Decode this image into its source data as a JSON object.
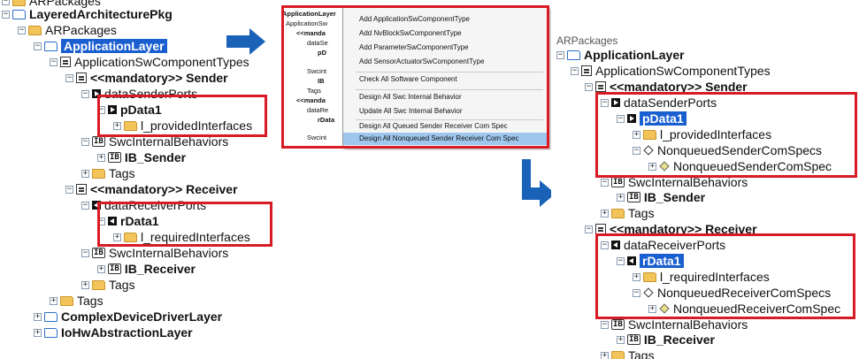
{
  "left": {
    "rows": [
      {
        "label": "ARPackages",
        "icon": "folder-icon"
      },
      {
        "label": "LayeredArchitecturePkg",
        "icon": "package-icon"
      },
      {
        "label": "ARPackages",
        "icon": "folder-icon"
      },
      {
        "label": "ApplicationLayer",
        "icon": "package-icon"
      },
      {
        "label": "ApplicationSwComponentTypes",
        "icon": "container-icon"
      },
      {
        "label": "<<mandatory>> Sender",
        "icon": "component-icon"
      },
      {
        "label": "dataSenderPorts",
        "icon": "port-icon"
      },
      {
        "label": "pData1",
        "icon": "port-icon"
      },
      {
        "label": "l_providedInterfaces",
        "icon": "folder-icon"
      },
      {
        "label": "SwcInternalBehaviors",
        "icon": "ib-icon"
      },
      {
        "label": "IB_Sender",
        "icon": "ib-icon"
      },
      {
        "label": "Tags",
        "icon": "folder-icon"
      },
      {
        "label": "<<mandatory>> Receiver",
        "icon": "component-icon"
      },
      {
        "label": "dataReceiverPorts",
        "icon": "port-icon"
      },
      {
        "label": "rData1",
        "icon": "port-icon"
      },
      {
        "label": "l_requiredInterfaces",
        "icon": "folder-icon"
      },
      {
        "label": "SwcInternalBehaviors",
        "icon": "ib-icon"
      },
      {
        "label": "IB_Receiver",
        "icon": "ib-icon"
      },
      {
        "label": "Tags",
        "icon": "folder-icon"
      },
      {
        "label": "ComplexDeviceDriverLayer",
        "icon": "package-icon"
      },
      {
        "label": "IoHwAbstractionLayer",
        "icon": "package-icon"
      }
    ]
  },
  "mid": {
    "tree": [
      "ApplicationLayer",
      "ApplicationSw",
      "<<manda",
      "dataSe",
      "pD",
      "Swcint",
      "IB",
      "Tags",
      "<<manda",
      "dataRe",
      "rData",
      "Swcint"
    ],
    "menu": [
      "Add ApplicationSwComponentType",
      "Add NvBlockSwComponentType",
      "Add ParameterSwComponentType",
      "Add SensorActuatorSwComponentType",
      "Check All Software Component",
      "Design All Swc Internal Behavior",
      "Update All Swc Internal Behavior",
      "Design All Queued Sender Receiver Com Spec",
      "Design All Nonqueued Sender Receiver Com Spec"
    ]
  },
  "right": {
    "rows": [
      {
        "label": "ARPackages"
      },
      {
        "label": "ApplicationLayer"
      },
      {
        "label": "ApplicationSwComponentTypes"
      },
      {
        "label": "<<mandatory>> Sender"
      },
      {
        "label": "dataSenderPorts"
      },
      {
        "label": "pData1"
      },
      {
        "label": "l_providedInterfaces"
      },
      {
        "label": "NonqueuedSenderComSpecs"
      },
      {
        "label": "NonqueuedSenderComSpec"
      },
      {
        "label": "SwcInternalBehaviors"
      },
      {
        "label": "IB_Sender"
      },
      {
        "label": "Tags"
      },
      {
        "label": "<<mandatory>> Receiver"
      },
      {
        "label": "dataReceiverPorts"
      },
      {
        "label": "rData1"
      },
      {
        "label": "l_requiredInterfaces"
      },
      {
        "label": "NonqueuedReceiverComSpecs"
      },
      {
        "label": "NonqueuedReceiverComSpec"
      },
      {
        "label": "SwcInternalBehaviors"
      },
      {
        "label": "IB_Receiver"
      },
      {
        "label": "Tags"
      }
    ]
  },
  "colors": {
    "highlight_box": "#d81b24",
    "arrow": "#1a62b8",
    "selection": "#1a5fd0"
  }
}
